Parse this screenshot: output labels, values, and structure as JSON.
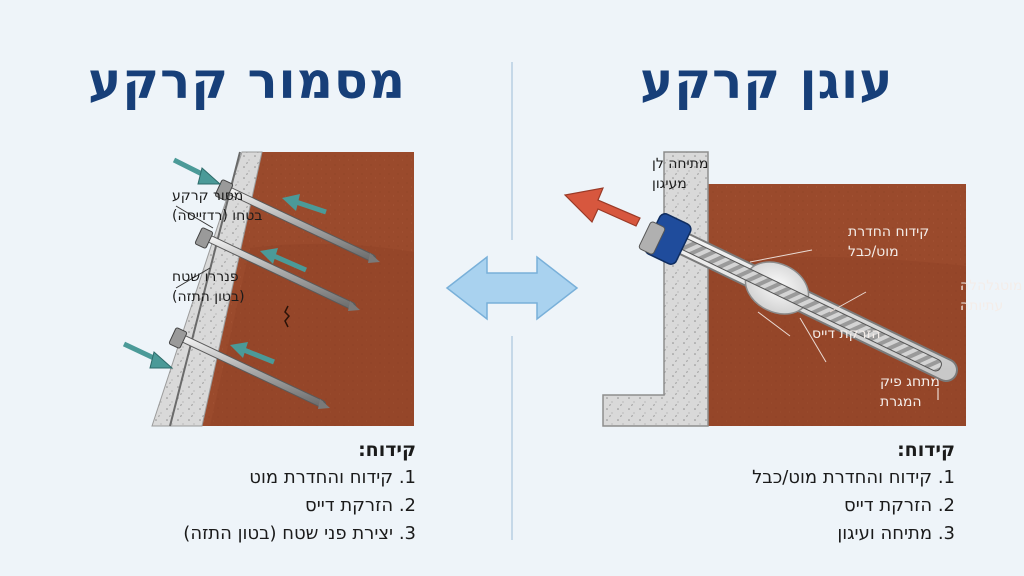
{
  "soil_nail": {
    "title": "מסמור קרקע",
    "label_nail": [
      "מסור קרקע",
      "בטחו (רדזייסה)"
    ],
    "label_facing": [
      "פנררו שטח",
      "(בטון התזה)"
    ],
    "steps_heading": "קידוח:",
    "steps": [
      {
        "num": "1.",
        "text": "קידוח והחדרת מוט"
      },
      {
        "num": "2.",
        "text": "הזרקת דייס"
      },
      {
        "num": "3.",
        "text": "יצירת פני שטח (בטון התזה)"
      }
    ]
  },
  "ground_anchor": {
    "title": "עוגן קרקע",
    "label_tension": [
      "מתיחה לן",
      "מעיגון"
    ],
    "label_drilling": [
      "קידוח החדרת",
      "מוט/כבל"
    ],
    "label_tendon": [
      "מוטגלהלה",
      "עתיותה"
    ],
    "label_grout": "הזרקת דייס",
    "label_bond": [
      "מתחג פיק",
      "המגרת"
    ],
    "steps_heading": "קידוח:",
    "steps": [
      {
        "num": "1.",
        "text": "קידוח והחדרת מוט/כבל"
      },
      {
        "num": "2.",
        "text": "הזרקת דייס"
      },
      {
        "num": "3.",
        "text": "מתיחה ועיגון"
      }
    ]
  },
  "colors": {
    "title": "#173f79",
    "soil": "#9a4a2c",
    "concrete": "#d9d9d9",
    "teal_arrow": "#4b9a98",
    "red_arrow": "#d7573e",
    "comparison_arrow": "#a9d2ef",
    "anchor_head": "#1f4c9c"
  },
  "icons": {
    "comparison": "double-arrow-icon",
    "tension": "tension-arrow-icon",
    "force": "force-arrow-icon"
  }
}
